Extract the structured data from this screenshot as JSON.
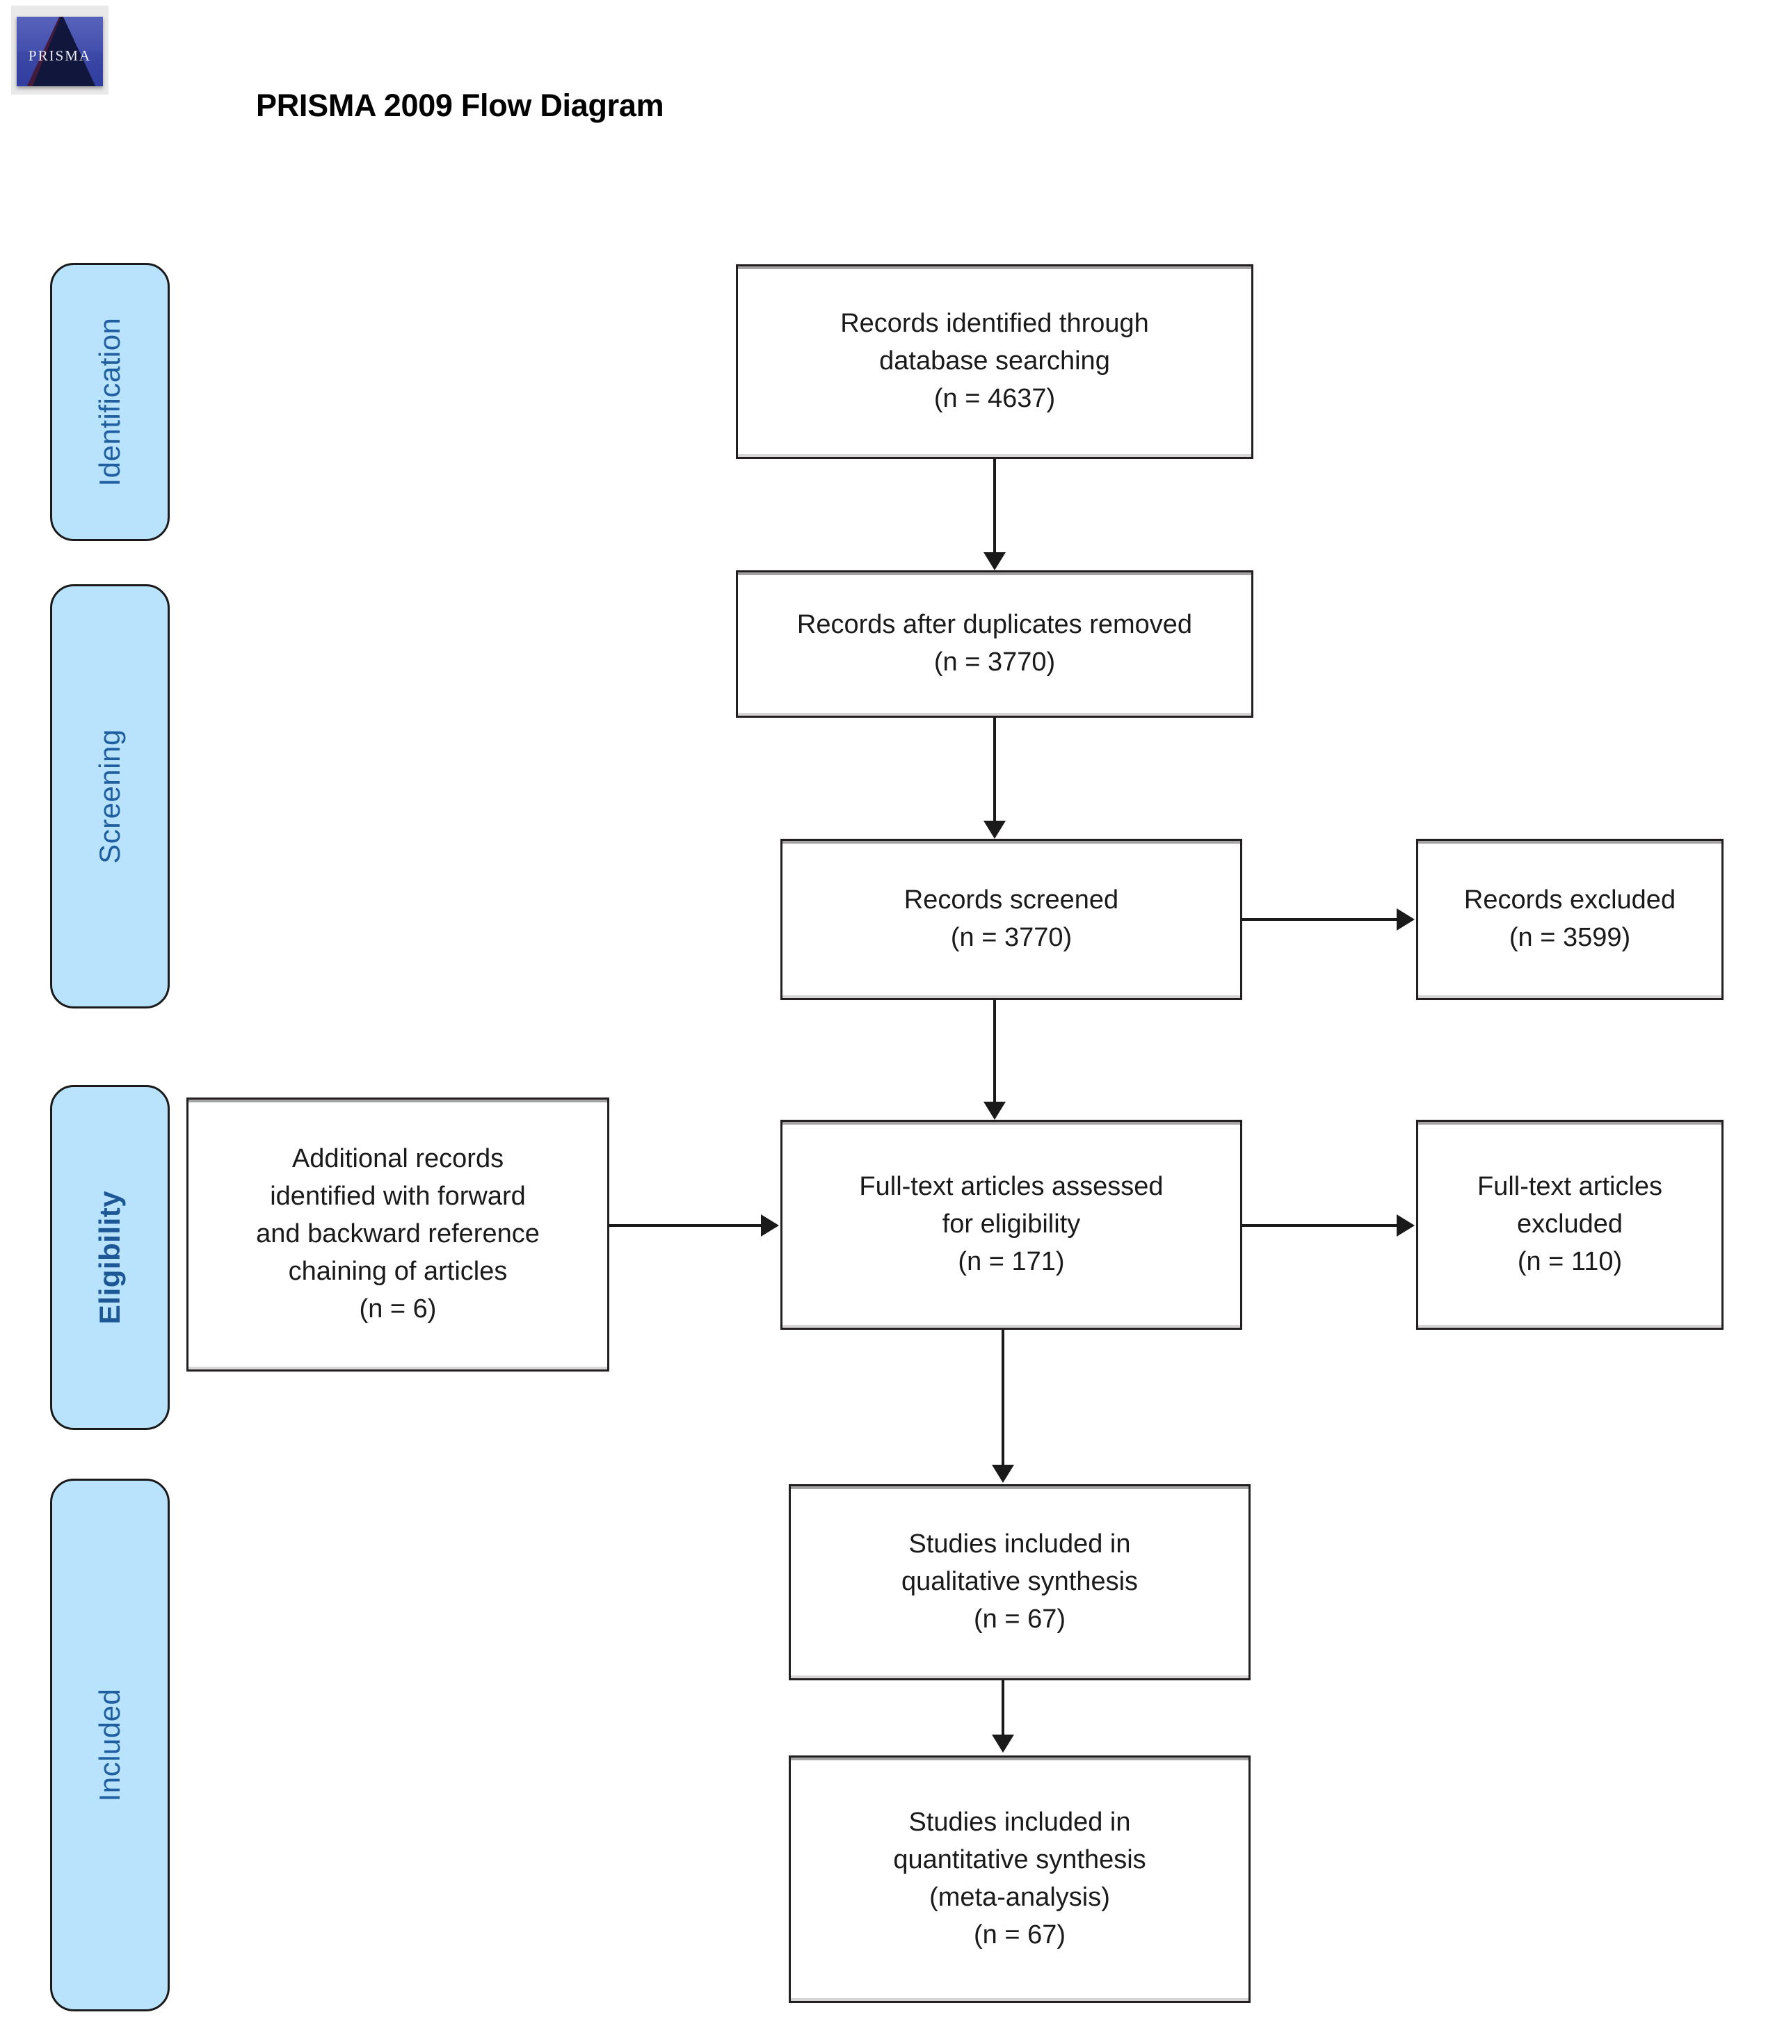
{
  "header": {
    "title": "PRISMA 2009 Flow Diagram",
    "logo_wordmark": "PRISMA",
    "logo_name": "prisma-logo"
  },
  "stages": [
    {
      "id": "identification",
      "label": "Identification",
      "emphasis": "normal"
    },
    {
      "id": "screening",
      "label": "Screening",
      "emphasis": "normal"
    },
    {
      "id": "eligibility",
      "label": "Eligibility",
      "emphasis": "bold"
    },
    {
      "id": "included",
      "label": "Included",
      "emphasis": "normal"
    }
  ],
  "colors": {
    "stage_fill": "#b9e3fc",
    "stage_text": "#1f5fa0",
    "box_border": "#231f20",
    "box_fill": "#ffffff",
    "connector": "#1a1a1a",
    "logo_blue": "#4450ad",
    "logo_dark": "#10163c"
  },
  "chart_data": {
    "type": "flow-diagram",
    "title": "PRISMA 2009 Flow Diagram",
    "stages": [
      "Identification",
      "Screening",
      "Eligibility",
      "Included"
    ],
    "nodes": [
      {
        "id": "n1",
        "stage": "Identification",
        "text": "Records identified through database searching",
        "n": 4637,
        "label": "(n = 4637)"
      },
      {
        "id": "n2",
        "stage": "Screening",
        "text": "Records after duplicates removed",
        "n": 3770,
        "label": "(n = 3770)"
      },
      {
        "id": "n3",
        "stage": "Screening",
        "text": "Records screened",
        "n": 3770,
        "label": "(n = 3770)"
      },
      {
        "id": "n4",
        "stage": "Screening",
        "text": "Records excluded",
        "n": 3599,
        "label": "(n = 3599)"
      },
      {
        "id": "n5",
        "stage": "Eligibility",
        "text": "Additional records identified with forward and backward reference chaining of articles",
        "n": 6,
        "label": "(n = 6)"
      },
      {
        "id": "n6",
        "stage": "Eligibility",
        "text": "Full-text articles assessed for eligibility",
        "n": 171,
        "label": "(n = 171)"
      },
      {
        "id": "n7",
        "stage": "Eligibility",
        "text": "Full-text articles excluded",
        "n": 110,
        "label": "(n = 110)"
      },
      {
        "id": "n8",
        "stage": "Included",
        "text": "Studies included in qualitative synthesis",
        "n": 67,
        "label": "(n = 67)"
      },
      {
        "id": "n9",
        "stage": "Included",
        "text": "Studies included in quantitative synthesis (meta-analysis)",
        "n": 67,
        "label": "(n = 67)"
      }
    ],
    "edges": [
      {
        "from": "n1",
        "to": "n2",
        "direction": "down"
      },
      {
        "from": "n2",
        "to": "n3",
        "direction": "down"
      },
      {
        "from": "n3",
        "to": "n4",
        "direction": "right"
      },
      {
        "from": "n3",
        "to": "n6",
        "direction": "down"
      },
      {
        "from": "n5",
        "to": "n6",
        "direction": "right"
      },
      {
        "from": "n6",
        "to": "n7",
        "direction": "right"
      },
      {
        "from": "n6",
        "to": "n8",
        "direction": "down"
      },
      {
        "from": "n8",
        "to": "n9",
        "direction": "down"
      }
    ]
  },
  "boxes": {
    "identified": "Records identified through\ndatabase searching\n(n = 4637)",
    "after_duplicates": "Records after duplicates removed\n(n = 3770)",
    "screened": "Records screened\n(n = 3770)",
    "records_excluded": "Records excluded\n(n = 3599)",
    "additional_records": "Additional records\nidentified with forward\nand backward reference\nchaining of articles\n(n = 6)",
    "fulltext_assessed": "Full-text articles assessed\nfor eligibility\n(n = 171)",
    "fulltext_excluded": "Full-text articles\nexcluded\n(n = 110)",
    "qualitative": "Studies included in\nqualitative synthesis\n(n = 67)",
    "quantitative": "Studies included in\nquantitative synthesis\n(meta-analysis)\n(n = 67)"
  }
}
